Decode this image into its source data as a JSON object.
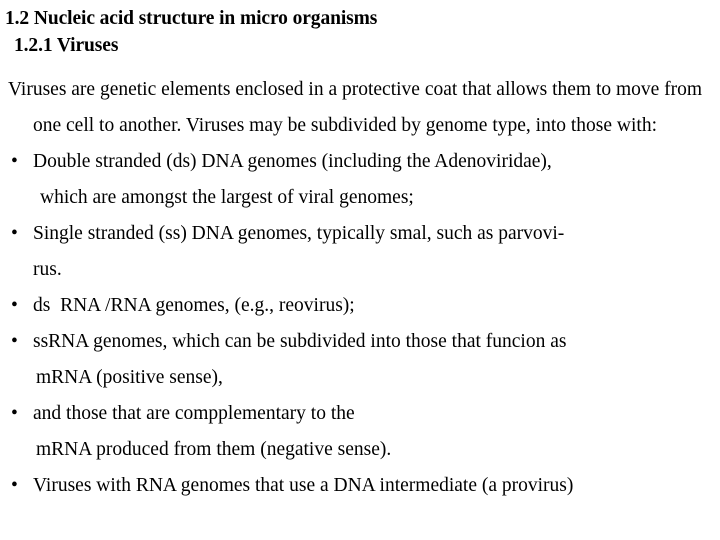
{
  "document": {
    "background_color": "#ffffff",
    "text_color": "#000000",
    "headings": {
      "section_title": "1.2 Nucleic acid structure in micro organisms",
      "subsection_title": "1.2.1 Viruses"
    },
    "intro_paragraph": "Viruses are genetic elements enclosed in a protective coat that allows them to move from one cell to another. Viruses may be subdivided by genome type, into those with:",
    "bullet_marker": "•",
    "bullets": [
      {
        "lines": [
          "Double stranded (ds) DNA genomes (including the Adenoviridae),",
          "which are amongst the largest of viral genomes;"
        ]
      },
      {
        "lines": [
          "Single stranded (ss) DNA genomes, typically smal, such as parvovi-",
          "rus."
        ]
      },
      {
        "lines": [
          "ds  RNA /RNA genomes, (e.g., reovirus);"
        ]
      },
      {
        "lines": [
          "ssRNA genomes, which can be subdivided into those that funcion as",
          "mRNA (positive sense),"
        ]
      },
      {
        "lines": [
          "and those that are compplementary to the",
          "mRNA produced from them (negative sense)."
        ]
      },
      {
        "lines": [
          "Viruses with RNA genomes that use a DNA intermediate (a provirus)"
        ]
      }
    ]
  }
}
